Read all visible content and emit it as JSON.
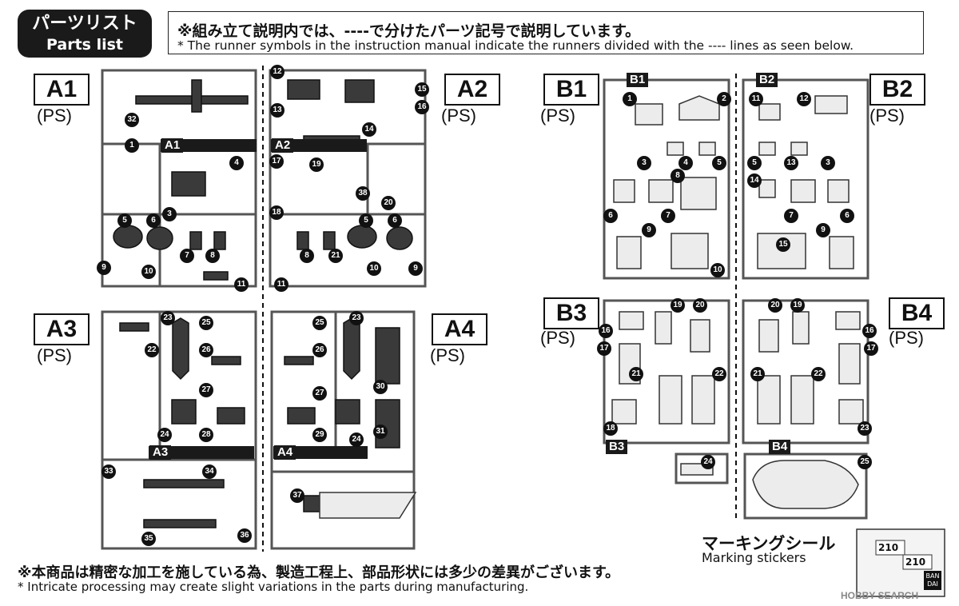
{
  "header": {
    "title_jp": "パーツリスト",
    "title_en": "Parts list",
    "note_jp": "※組み立て説明内では、----で分けたパーツ記号で説明しています。",
    "note_en": "* The runner symbols in the instruction manual indicate the runners divided with the ---- lines as seen below."
  },
  "runners": {
    "a1": {
      "label": "A1",
      "material": "(PS)",
      "bar": "A1",
      "parts": [
        "32",
        "1",
        "4",
        "3",
        "5",
        "6",
        "7",
        "8",
        "9",
        "10",
        "11"
      ]
    },
    "a2": {
      "label": "A2",
      "material": "(PS)",
      "bar": "A2",
      "parts": [
        "12",
        "13",
        "14",
        "15",
        "16",
        "17",
        "19",
        "38",
        "20",
        "18",
        "5",
        "6",
        "8",
        "21",
        "10",
        "9",
        "11"
      ]
    },
    "a3": {
      "label": "A3",
      "material": "(PS)",
      "bar": "A3",
      "parts": [
        "23",
        "25",
        "22",
        "26",
        "27",
        "24",
        "28",
        "33",
        "34",
        "35",
        "36"
      ]
    },
    "a4": {
      "label": "A4",
      "material": "(PS)",
      "bar": "A4",
      "parts": [
        "25",
        "23",
        "26",
        "30",
        "27",
        "31",
        "29",
        "24",
        "37"
      ]
    },
    "b1": {
      "label": "B1",
      "material": "(PS)",
      "bar": "B1",
      "parts": [
        "1",
        "2",
        "3",
        "4",
        "5",
        "8",
        "6",
        "7",
        "9",
        "10"
      ]
    },
    "b2": {
      "label": "B2",
      "material": "(PS)",
      "bar": "B2",
      "parts": [
        "11",
        "12",
        "5",
        "13",
        "3",
        "14",
        "7",
        "6",
        "9",
        "15"
      ]
    },
    "b3": {
      "label": "B3",
      "material": "(PS)",
      "bar": "B3",
      "parts": [
        "19",
        "20",
        "16",
        "17",
        "21",
        "22",
        "18",
        "24"
      ]
    },
    "b4": {
      "label": "B4",
      "material": "(PS)",
      "bar": "B4",
      "parts": [
        "20",
        "19",
        "16",
        "17",
        "21",
        "22",
        "23",
        "25"
      ]
    }
  },
  "stickers": {
    "label_jp": "マーキングシール",
    "label_en": "Marking stickers",
    "code1": "210",
    "code2": "210",
    "brand": "BAN DAI"
  },
  "footer": {
    "note_jp": "※本商品は精密な加工を施している為、製造工程上、部品形状には多少の差異がございます。",
    "note_en": "* Intricate processing may create slight variations in the parts during manufacturing."
  },
  "watermark": "HOBBY SEARCH",
  "colors": {
    "ink": "#1a1a1a",
    "part_dark": "#3a3a3a",
    "part_light": "#ececec",
    "runner": "#555555"
  }
}
